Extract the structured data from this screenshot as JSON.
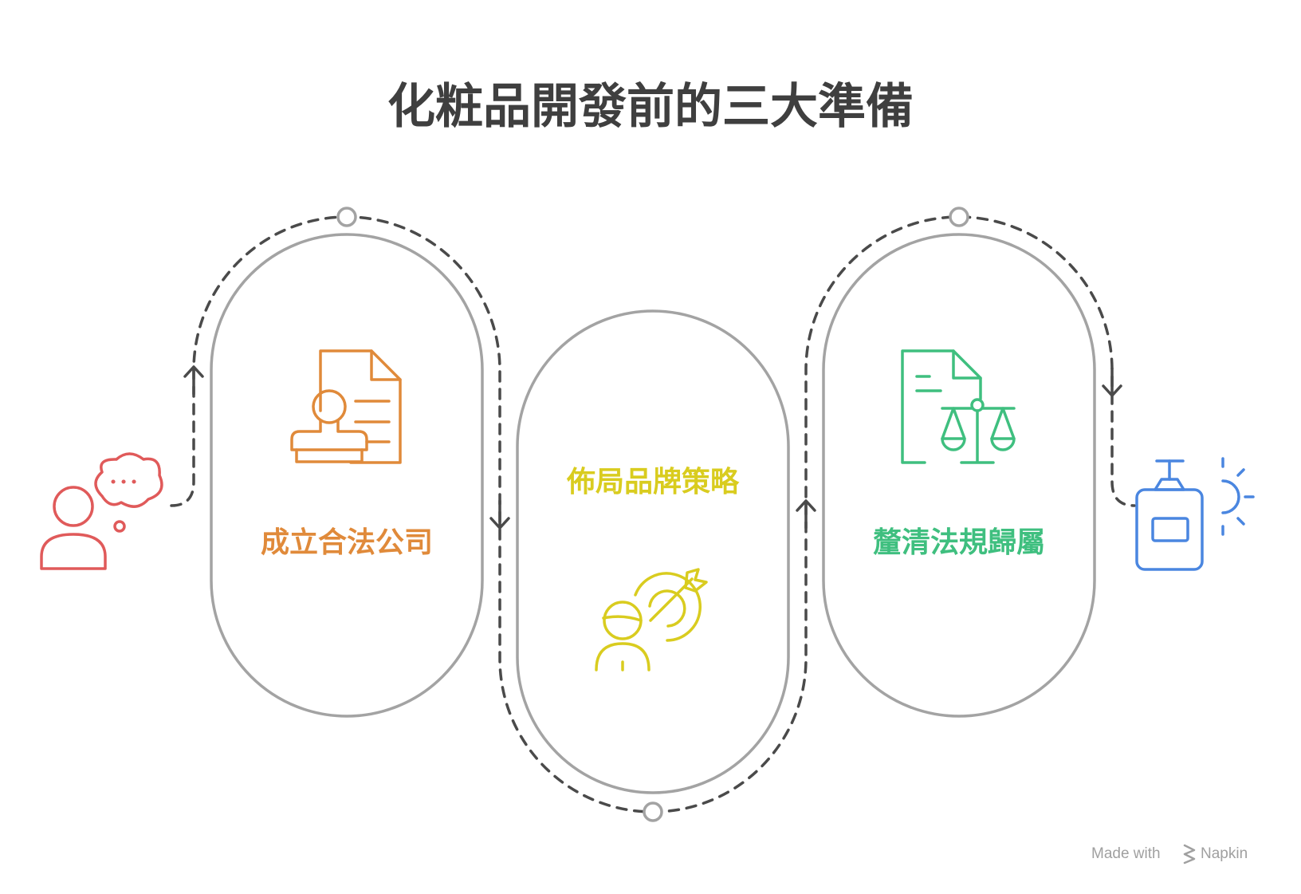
{
  "title": "化粧品開發前的三大準備",
  "steps": [
    {
      "label": "成立合法公司",
      "icon": "document-stamp-icon",
      "color": "#e08a3a"
    },
    {
      "label": "佈局品牌策略",
      "icon": "person-target-icon",
      "color": "#d9cc1f"
    },
    {
      "label": "釐清法規歸屬",
      "icon": "document-scales-icon",
      "color": "#3fbf7f"
    }
  ],
  "start_icon": {
    "icon": "person-thinking-icon",
    "color": "#e05a5a"
  },
  "end_icon": {
    "icon": "sunscreen-bottle-icon",
    "color": "#4a86e0"
  },
  "path_color": "#4a4a4a",
  "pill_stroke": "#a3a3a3",
  "footer": {
    "made_with": "Made with",
    "brand": "Napkin"
  }
}
